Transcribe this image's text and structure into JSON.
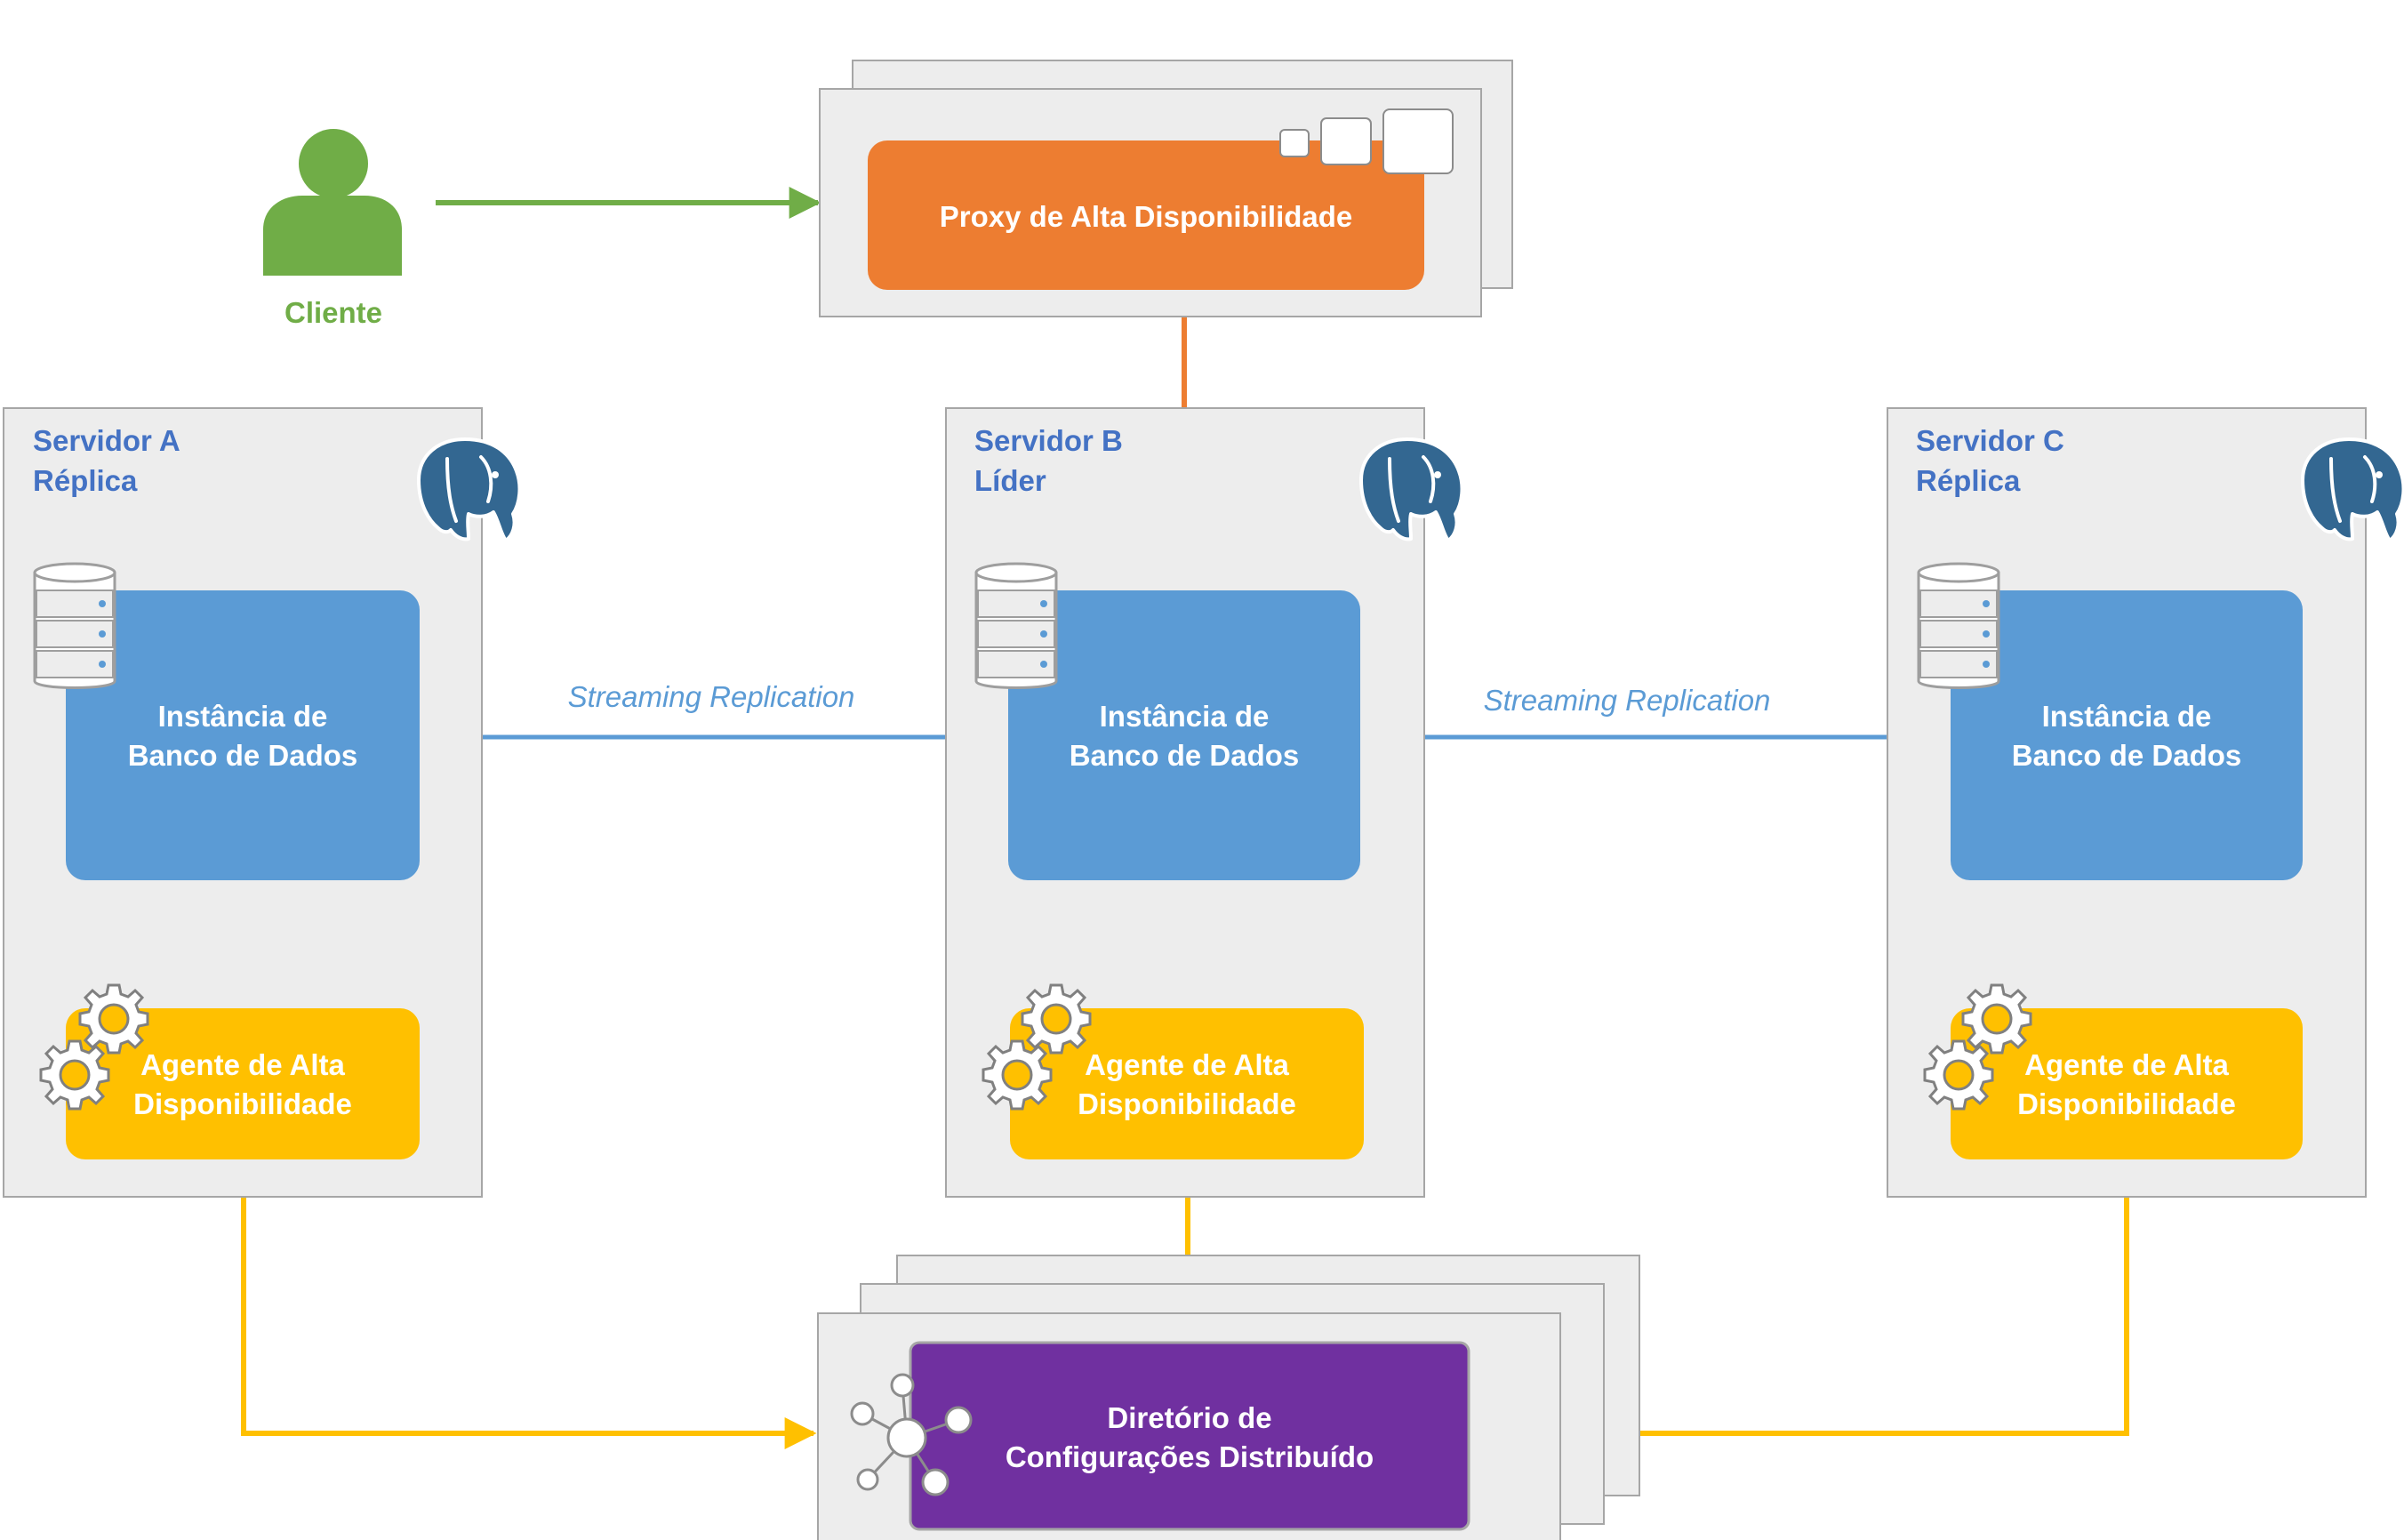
{
  "client": {
    "label": "Cliente"
  },
  "proxy": {
    "label": "Proxy de Alta Disponibilidade"
  },
  "servers": [
    {
      "name": "Servidor A",
      "role": "Réplica",
      "db_line1": "Instância de",
      "db_line2": "Banco de Dados",
      "agent_line1": "Agente de Alta",
      "agent_line2": "Disponibilidade"
    },
    {
      "name": "Servidor B",
      "role": "Líder",
      "db_line1": "Instância de",
      "db_line2": "Banco de Dados",
      "agent_line1": "Agente de Alta",
      "agent_line2": "Disponibilidade"
    },
    {
      "name": "Servidor C",
      "role": "Réplica",
      "db_line1": "Instância de",
      "db_line2": "Banco de Dados",
      "agent_line1": "Agente de Alta",
      "agent_line2": "Disponibilidade"
    }
  ],
  "replication": {
    "left_label": "Streaming Replication",
    "right_label": "Streaming Replication"
  },
  "dcs": {
    "line1": "Diretório de",
    "line2": "Configurações Distribuído"
  },
  "icons": {
    "client": "person-icon",
    "proxy": "scaling-squares-icon",
    "server": "postgresql-elephant-icon",
    "database": "database-stack-icon",
    "agent": "gears-icon",
    "dcs": "network-hub-icon"
  },
  "colors": {
    "client": "#70AD47",
    "proxy": "#ED7D31",
    "database": "#5B9BD5",
    "agent": "#FFC000",
    "dcs": "#7030A0",
    "server_title": "#4472C4",
    "panel": "#EDEDED",
    "panel_border": "#A6A6A6"
  }
}
